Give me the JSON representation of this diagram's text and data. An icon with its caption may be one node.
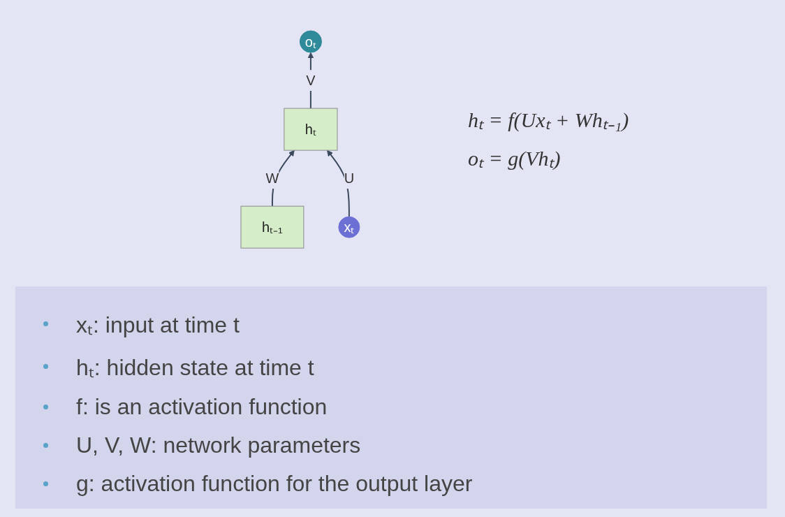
{
  "diagram": {
    "nodes": [
      {
        "text": [
          "oₜ"
        ]
      },
      {
        "text": [
          "hₜ₋₁"
        ]
      },
      {
        "text": [
          "hₜ"
        ]
      },
      {
        "text": [
          "xₜ"
        ]
      }
    ],
    "edges": [
      {
        "from": 1,
        "to": 2,
        "arrow": "to",
        "label": "W"
      },
      {
        "from": 2,
        "to": 0,
        "arrow": "to",
        "label": "V"
      },
      {
        "from": 3,
        "to": 2,
        "arrow": "to",
        "label": "U"
      }
    ],
    "labels": [
      "hₜ = f(Uxₜ + Whₜ₋₁)",
      "oₜ = g(Vhₜ)",
      "xₜ: input at time t",
      "hₜ: hidden state at time t",
      "f: is an activation function",
      "U, V, W: network parameters",
      "g: activation function for the output layer"
    ]
  }
}
